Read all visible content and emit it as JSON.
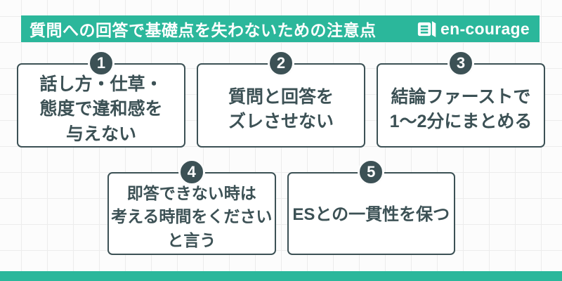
{
  "header": {
    "title": "質問への回答で基礎点を失わないための注意点",
    "logo_text": "en-courage",
    "logo_icon": "book-icon"
  },
  "cards": [
    {
      "number": "1",
      "text": "話し方・仕草・\n態度で違和感を\n与えない"
    },
    {
      "number": "2",
      "text": "質問と回答を\nズレさせない"
    },
    {
      "number": "3",
      "text": "結論ファーストで\n1〜2分にまとめる"
    },
    {
      "number": "4",
      "text": "即答できない時は\n考える時間をください\nと言う"
    },
    {
      "number": "5",
      "text": "ESとの一貫性を保つ"
    }
  ],
  "colors": {
    "accent_green": "#2bb79b",
    "dark_slate": "#3c5155",
    "page_bg": "#fcfcfc",
    "grid_line": "#ececec"
  }
}
